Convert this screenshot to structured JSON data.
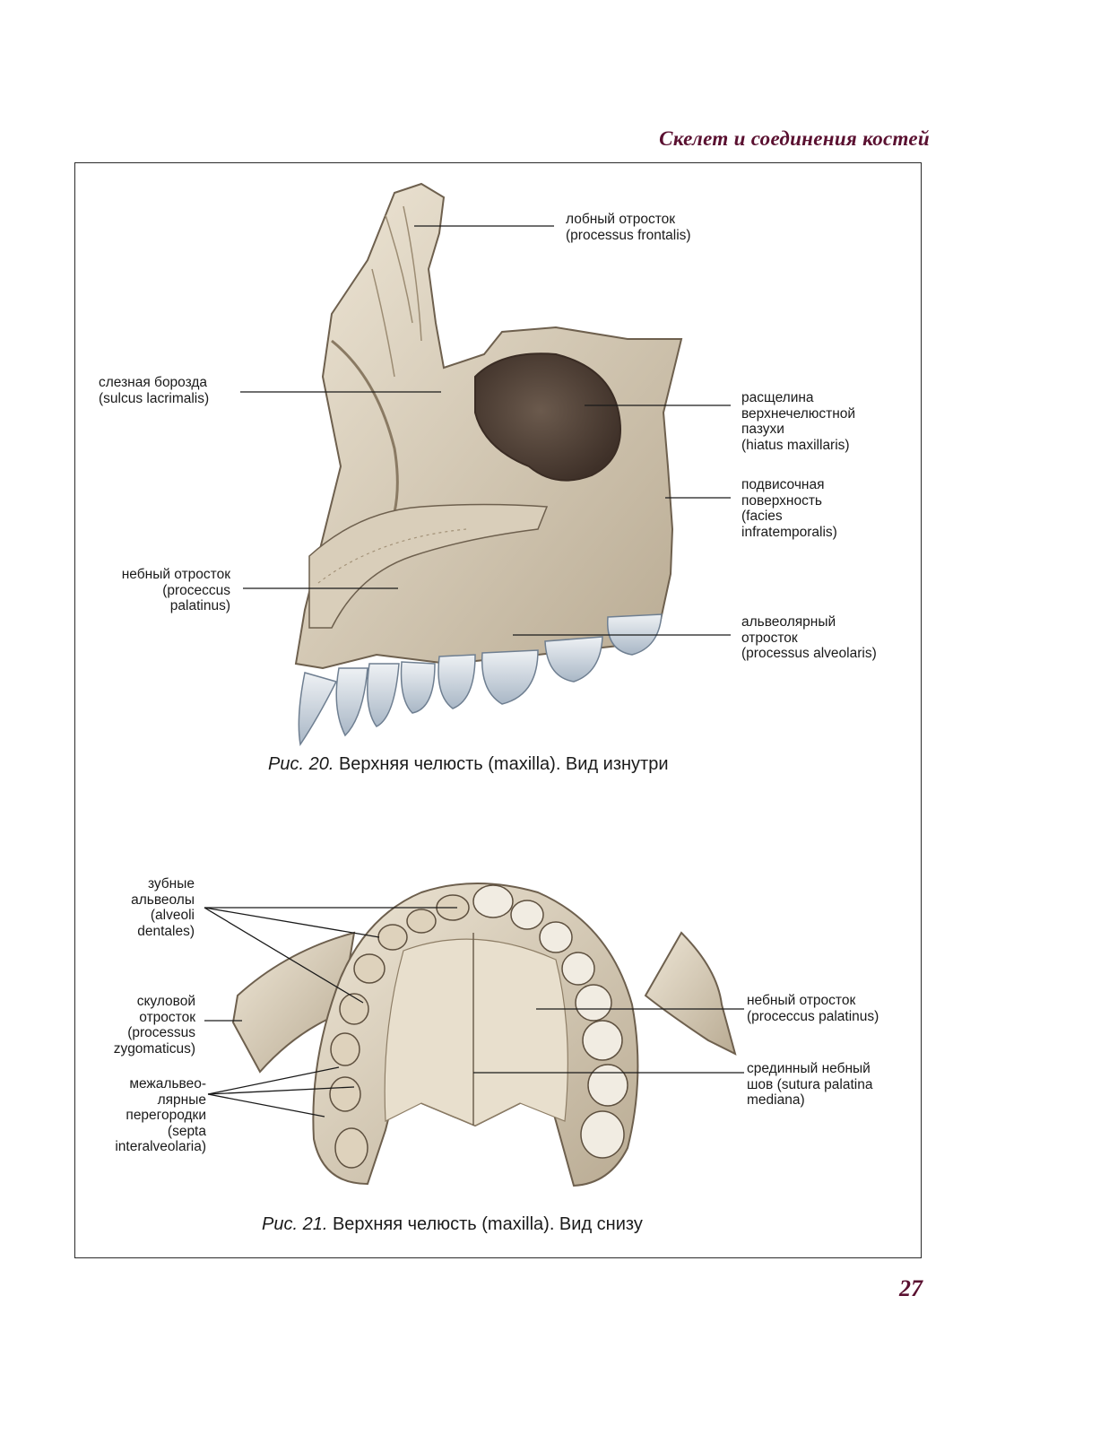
{
  "header": {
    "running_title": "Скелет и соединения костей"
  },
  "figure20": {
    "caption_number": "Рис. 20.",
    "caption_text": "Верхняя челюсть (maxilla). Вид изнутри",
    "labels": {
      "frontal_process": "лобный отросток\n(processus frontalis)",
      "lacrimal_sulcus": "слезная борозда\n(sulcus lacrimalis)",
      "palatine_process": "небный отросток\n(proceccus\npalatinus)",
      "maxillary_hiatus": "расщелина\nверхнечелюстной\nпазухи\n(hiatus maxillaris)",
      "infratemporal_surface": "подвисочная\nповерхность\n(facies\ninfratemporalis)",
      "alveolar_process": "альвеолярный\nотросток\n(processus alveolaris)"
    }
  },
  "figure21": {
    "caption_number": "Рис. 21.",
    "caption_text": "Верхняя челюсть (maxilla). Вид снизу",
    "labels": {
      "dental_alveoli": "зубные\nальвеолы\n(alveoli\ndentales)",
      "zygomatic_process": "скуловой\nотросток\n(processus\nzygomaticus)",
      "interalveolar_septa": "межальвео-\nлярные\nперегородки\n(septa\ninteralveolaria)",
      "palatine_process": "небный отросток\n(proceccus palatinus)",
      "median_palatine_suture": "срединный небный\nшов (sutura palatina\nmediana)"
    }
  },
  "page_number": "27"
}
